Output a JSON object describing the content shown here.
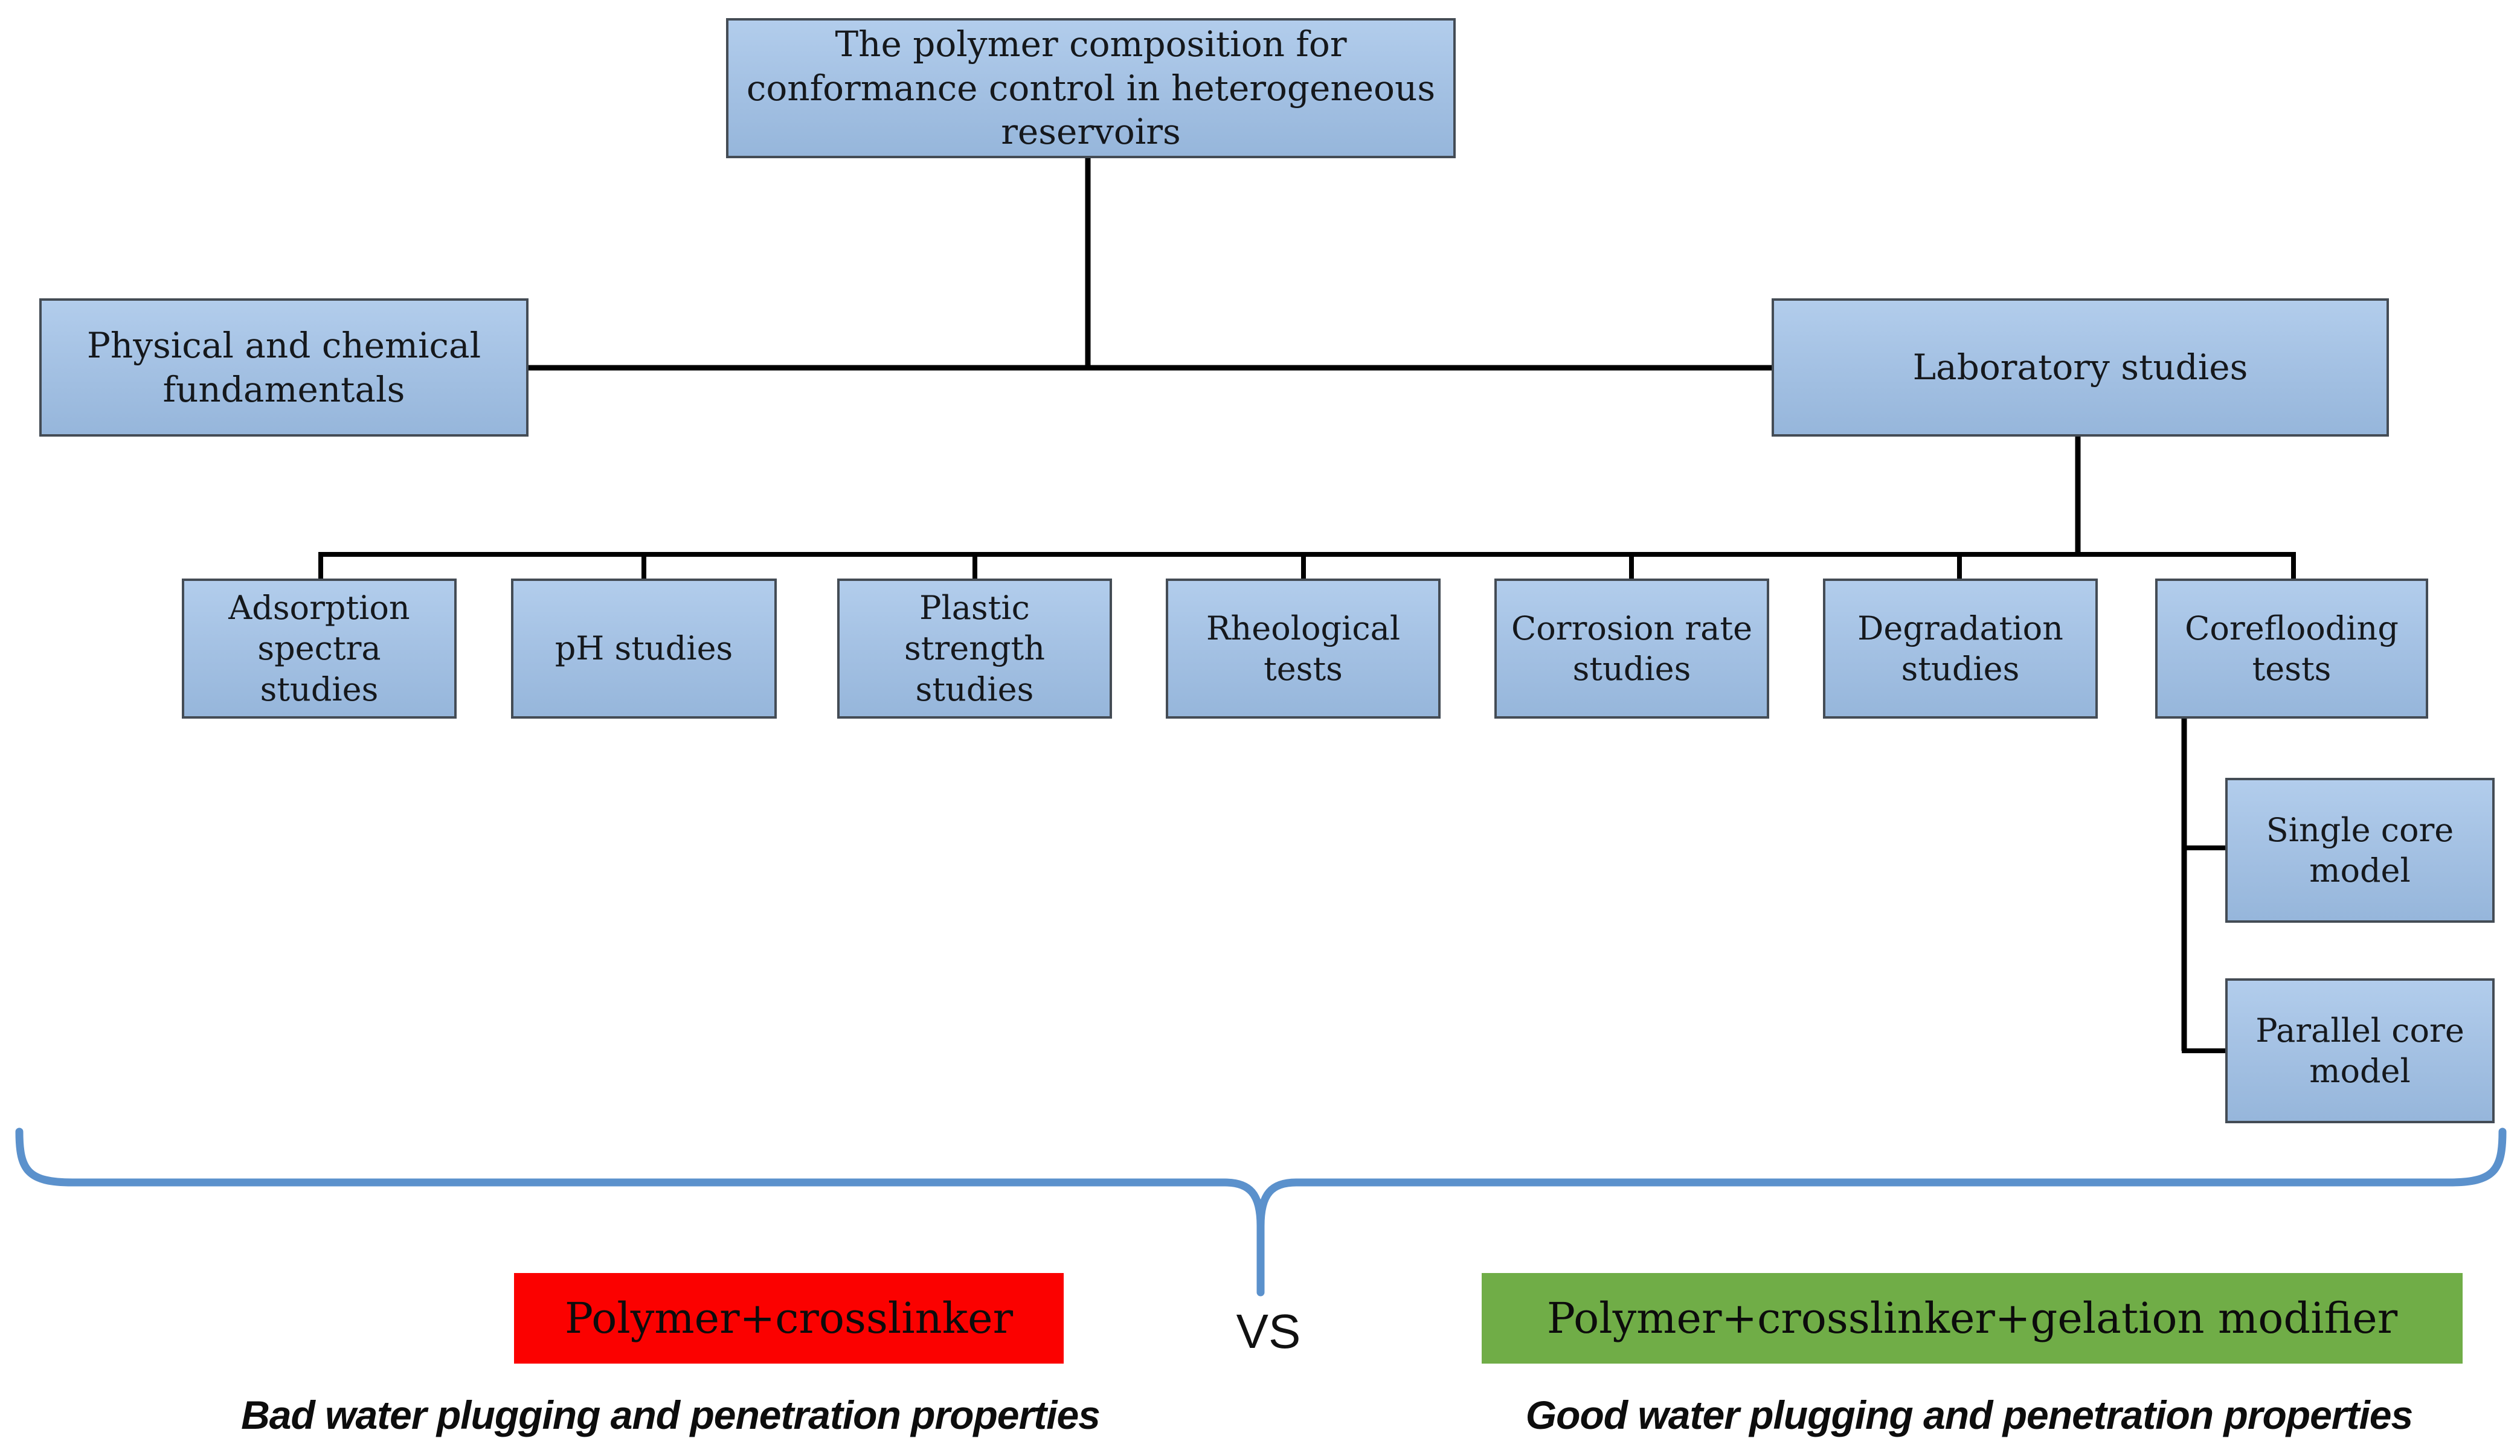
{
  "diagram": {
    "title_node": {
      "label": "The polymer composition for conformance control in heterogeneous reservoirs"
    },
    "branches": [
      {
        "label": "Physical and chemical fundamentals"
      },
      {
        "label": "Laboratory studies"
      }
    ],
    "laboratory_children": [
      {
        "label": "Adsorption spectra studies"
      },
      {
        "label": "pH studies"
      },
      {
        "label": "Plastic strength studies"
      },
      {
        "label": "Rheological tests"
      },
      {
        "label": "Corrosion rate studies"
      },
      {
        "label": "Degradation studies"
      },
      {
        "label": "Coreflooding tests"
      }
    ],
    "coreflooding_children": [
      {
        "label": "Single core model"
      },
      {
        "label": "Parallel core model"
      }
    ],
    "comparison": {
      "left": {
        "label": "Polymer+crosslinker",
        "caption": "Bad water plugging and penetration properties",
        "color": "#fb0100"
      },
      "vs_label": "VS",
      "right": {
        "label": "Polymer+crosslinker+gelation modifier",
        "caption": "Good water plugging and penetration properties",
        "color": "#70ad47"
      }
    },
    "colors": {
      "box_fill_top": "#b2cdec",
      "box_fill_bottom": "#96b6db",
      "box_border": "#444c55",
      "connector_line": "#000000",
      "brace": "#5b91cc",
      "bad_highlight": "#fb0100",
      "good_highlight": "#70ad47"
    }
  }
}
